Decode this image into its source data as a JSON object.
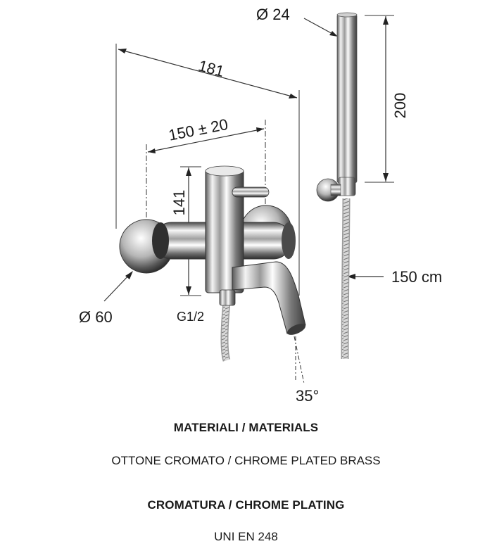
{
  "dimensions": {
    "shower_diameter": "Ø 24",
    "overall_width": "181",
    "centres": "150 ± 20",
    "shower_height": "200",
    "body_height": "141",
    "hose_length": "150 cm",
    "rosette_diameter": "Ø 60",
    "connection": "G1/2",
    "spout_angle": "35°"
  },
  "specs": {
    "materials_heading": "MATERIALI / MATERIALS",
    "materials_value": "OTTONE CROMATO / CHROME PLATED BRASS",
    "plating_heading": "CROMATURA / CHROME PLATING",
    "plating_value": "UNI EN 248"
  }
}
